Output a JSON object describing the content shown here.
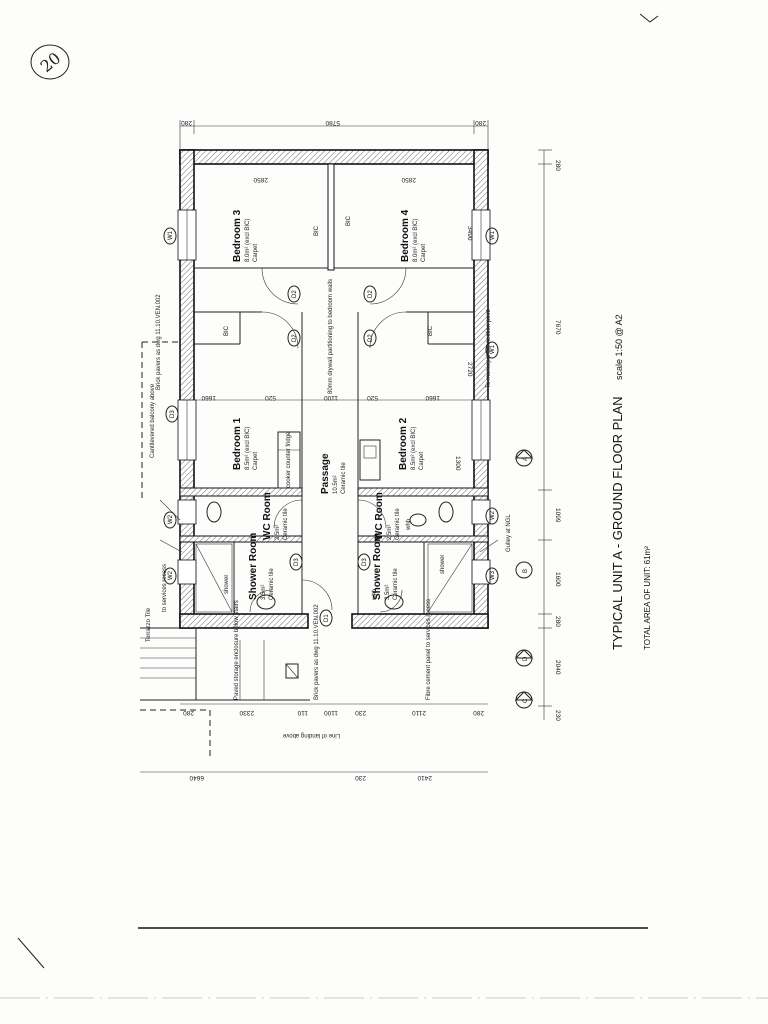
{
  "title": {
    "main": "TYPICAL UNIT A - GROUND FLOOR PLAN",
    "scale": "scale 1:50 @ A2",
    "area": "TOTAL AREA OF UNIT: 61m²"
  },
  "handwritten": "20",
  "rooms": {
    "bedroom3": {
      "name": "Bedroom 3",
      "area": "8.0m² (excl BIC)",
      "finish": "Carpet"
    },
    "bedroom4": {
      "name": "Bedroom 4",
      "area": "8.0m² (excl BIC)",
      "finish": "Carpet"
    },
    "bedroom1": {
      "name": "Bedroom 1",
      "area": "8.5m² (excl BIC)",
      "finish": "Carpet"
    },
    "bedroom2": {
      "name": "Bedroom 2",
      "area": "8.5m² (excl BIC)",
      "finish": "Carpet"
    },
    "passage": {
      "name": "Passage",
      "area": "10.5m²",
      "finish": "Ceramic tile"
    },
    "wc1": {
      "name": "WC Room",
      "area": "2.5m²",
      "finish": "Ceramic tile"
    },
    "wc2": {
      "name": "WC Room",
      "area": "2.5m²",
      "finish": "Ceramic tile"
    },
    "shower1": {
      "name": "Shower Room",
      "area": "3.5m²",
      "finish": "Ceramic tile"
    },
    "shower2": {
      "name": "Shower Room",
      "area": "3.5m²",
      "finish": "Ceramic tile"
    }
  },
  "labels": {
    "bic": "BIC",
    "shower": "shower",
    "whb": "whb",
    "terrazzo": "Terrazzo Tile",
    "stair_landing": "Line of landing above",
    "balcony": "Cantilevered balcony above",
    "brick_pavers_top": "Brick pavers as dwg 11.10.VEN.002",
    "brick_pavers_bottom": "Brick pavers as dwg 11.10.VEN.002",
    "drywall": "80mm drywall partitioning to bedroom walls",
    "municipal": "To municipal connection point",
    "gulley": "Gulley at NGL",
    "fibre": "Fibre cement panel to services recess",
    "services": "to services recess",
    "storage": "Paved storage enclosure below stairs",
    "cooker": "cooker counter fridge"
  },
  "tags": {
    "door_d2": "D2",
    "door_d3": "D3",
    "door_d1": "D1",
    "win_w1": "W1",
    "win_w2": "W2",
    "win_w3": "W3",
    "grid_a": "A",
    "grid_b": "B",
    "grid_c": "C",
    "grid_d": "D"
  },
  "dims": {
    "top_total": "5780",
    "top_l": "280",
    "top_r": "280",
    "b3_width": "2850",
    "b4_width": "2850",
    "b4_depth": "3490",
    "right_total": "7670",
    "right_280": "280",
    "b2_depth": "2720",
    "b1_w": "1660",
    "b1_520": "520",
    "passage_1100": "1100",
    "b2_520": "520",
    "b2_w": "1660",
    "r_1300": "1300",
    "r_1099": "1099",
    "r_1600": "1600",
    "r_280": "280",
    "r_2040": "2040",
    "r_230": "230",
    "bot_280a": "280",
    "bot_2330": "2330",
    "bot_1100": "1100",
    "bot_230a": "230",
    "bot_2110": "2110",
    "bot_280b": "280",
    "bot_110": "110",
    "bot_6640": "6640",
    "bot_230b": "230",
    "bot_2410": "2410"
  }
}
